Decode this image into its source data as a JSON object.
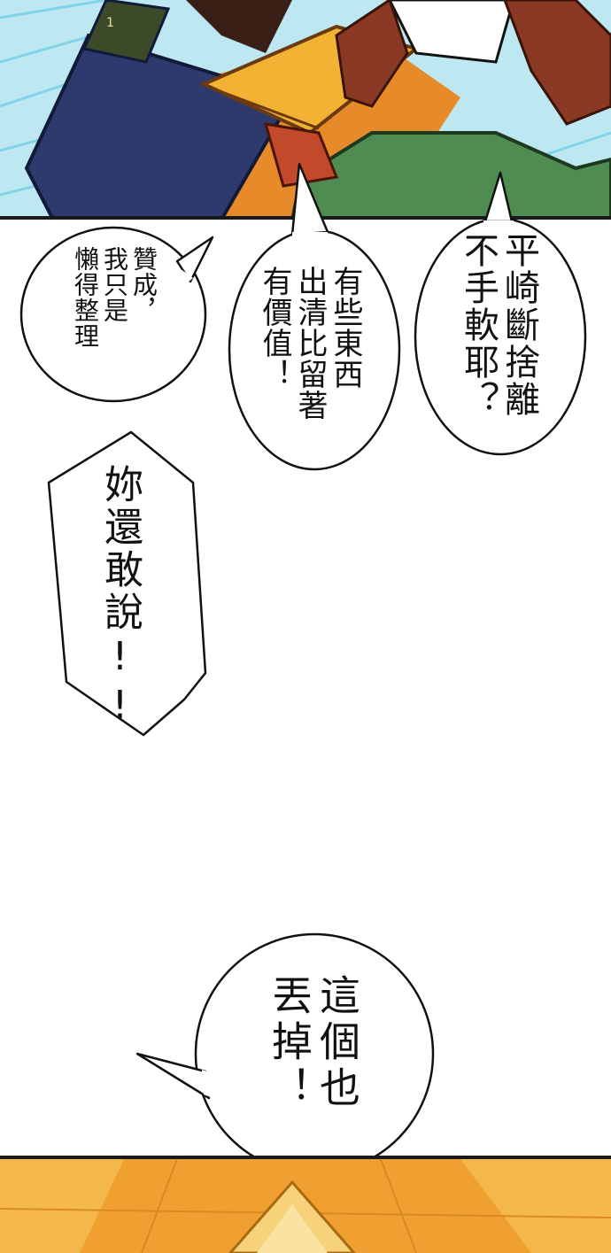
{
  "comic": {
    "bubbles": {
      "hiraki": "平崎斷捨離\n不手軟耶？",
      "value": "有些東西\n出清比留著\n有價值！",
      "agree": "贊成，\n我只是\n懶得整理",
      "dare": "妳還敢說!!",
      "throw": "這個也\n丟掉！"
    }
  },
  "colors": {
    "panel_border": "#1a1a1a",
    "speedlines": "#74cfe6",
    "jacket": "#4f8c52",
    "hair": "#8a3a24",
    "book_cover": "#2e3a6e",
    "book_pages": "#f2b233",
    "bottom_bg": "#f0a030"
  }
}
